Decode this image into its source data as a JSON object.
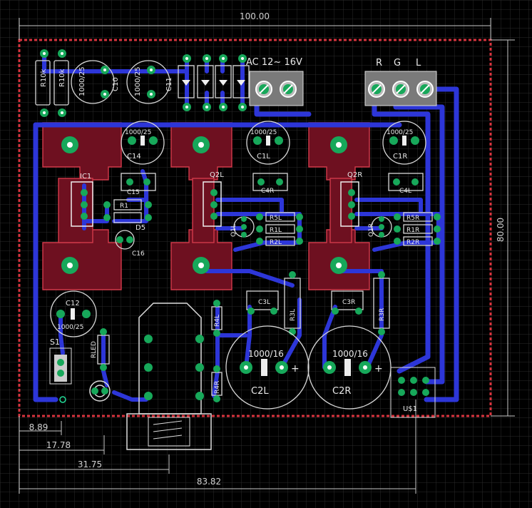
{
  "board": {
    "dim_width": "100.00",
    "dim_height": "80.00",
    "dims_bottom": [
      "8.89",
      "17.78",
      "31.75",
      "83.82"
    ]
  },
  "connectors": {
    "ac_label": "AC 12~ 16V",
    "output_pins": [
      "R",
      "G",
      "L"
    ]
  },
  "components": {
    "r_top_left": [
      "R10k",
      "R10k"
    ],
    "caps_top": [
      "1000/25",
      "1000/25"
    ],
    "caps_top_names": [
      "C10",
      "C11"
    ],
    "cap_left_big": "1000/25",
    "cap_left_big_name": "C14",
    "cap_left_val_mid": "1000/25",
    "cap_left_val_right": "1000/25",
    "c1l_name": "C1L",
    "c1r_name": "C1R",
    "ic1": "IC1",
    "q2l": "Q2L",
    "q2r": "Q2R",
    "c15": "C15",
    "c4r": "C4R",
    "c4l": "C4L",
    "r1": "R1",
    "d5": "D5",
    "c16": "C16",
    "q1l": "Q1L",
    "q1r": "Q1R",
    "r5l": "R5L",
    "r1l": "R1L",
    "r2l": "R2L",
    "r5r": "R5R",
    "r1r": "R1R",
    "r2r": "R2R",
    "c12": "C12",
    "c12_val": "1000/25",
    "s1": "S1",
    "led": "RLED",
    "r4l": "R4L",
    "r4r": "R4R",
    "c3l": "C3L",
    "c3r": "C3R",
    "r3l": "R3L",
    "r3r": "R3R",
    "c2l_val": "1000/16",
    "c2r_val": "1000/16",
    "c2l": "C2L",
    "c2r": "C2R",
    "u1": "U$1"
  }
}
